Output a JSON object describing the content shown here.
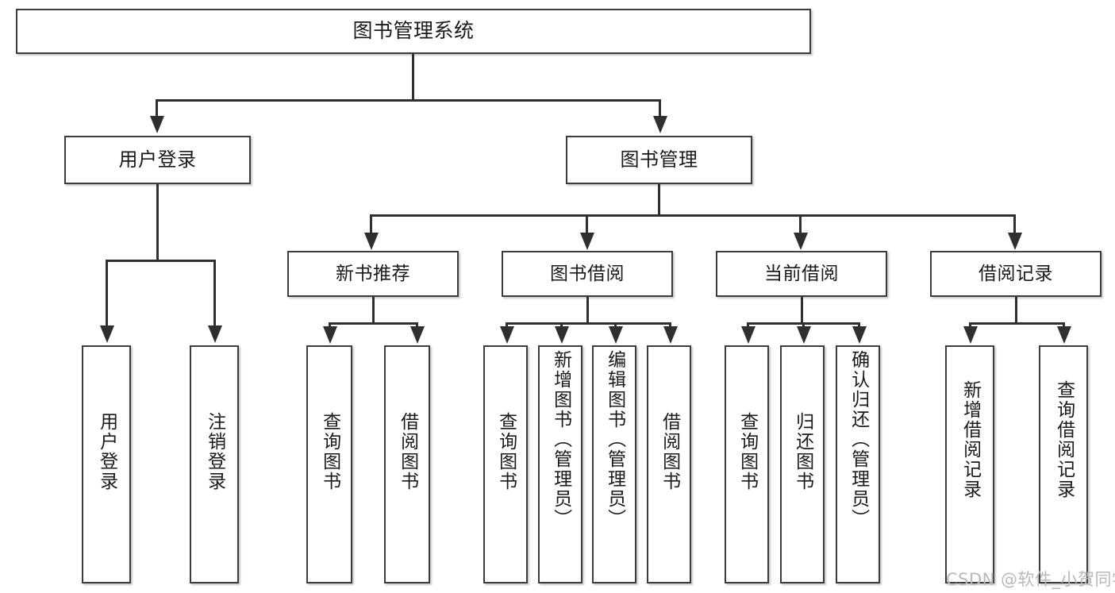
{
  "diagram": {
    "title": "图书管理系统",
    "type": "hierarchy-tree",
    "root": {
      "label": "图书管理系统"
    },
    "level2": [
      {
        "label": "用户登录"
      },
      {
        "label": "图书管理"
      }
    ],
    "level3": [
      {
        "label": "新书推荐"
      },
      {
        "label": "图书借阅"
      },
      {
        "label": "当前借阅"
      },
      {
        "label": "借阅记录"
      }
    ],
    "leaves": {
      "user_login": [
        {
          "label": "用户登录"
        },
        {
          "label": "注销登录"
        }
      ],
      "new_book_recommend": [
        {
          "label": "查询图书"
        },
        {
          "label": "借阅图书"
        }
      ],
      "book_borrow": [
        {
          "label": "查询图书"
        },
        {
          "label": "新增图书（管理员）"
        },
        {
          "label": "编辑图书（管理员）"
        },
        {
          "label": "借阅图书"
        }
      ],
      "current_borrow": [
        {
          "label": "查询图书"
        },
        {
          "label": "归还图书"
        },
        {
          "label": "确认归还（管理员）"
        }
      ],
      "borrow_record": [
        {
          "label": "新增借阅记录"
        },
        {
          "label": "查询借阅记录"
        }
      ]
    }
  },
  "watermark": {
    "text": "CSDN @软件_小贺同学"
  },
  "colors": {
    "box_border": "#3c3c3c",
    "connector": "#2f2f2f",
    "background": "#ffffff",
    "text": "#1a1a1a",
    "watermark": "#b9b9b9"
  }
}
